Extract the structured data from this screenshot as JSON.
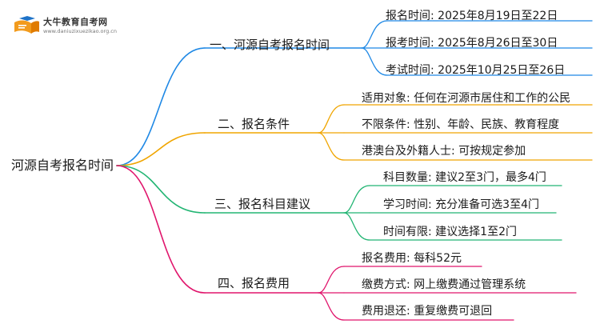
{
  "logo": {
    "title": "大牛教育自考网",
    "url": "www.daniuzixuezikao.org.cn",
    "icon": "book-cap-icon"
  },
  "root": {
    "label": "河源自考报名时间"
  },
  "branches": [
    {
      "label": "一、河源自考报名时间",
      "color": "#1e88e5",
      "leaves": [
        "报名时间: 2025年8月19日至22日",
        "报考时间: 2025年8月26日至30日",
        "考试时间: 2025年10月25日至26日"
      ]
    },
    {
      "label": "二、报名条件",
      "color": "#f0a500",
      "leaves": [
        "适用对象: 任何在河源市居住和工作的公民",
        "不限条件: 性别、年龄、民族、教育程度",
        "港澳台及外籍人士: 可按规定参加"
      ]
    },
    {
      "label": "三、报名科目建议",
      "color": "#22b573",
      "leaves": [
        "科目数量: 建议2至3门，最多4门",
        "学习时间: 充分准备可选3至4门",
        "时间有限: 建议选择1至2门"
      ]
    },
    {
      "label": "四、报名费用",
      "color": "#e0156c",
      "leaves": [
        "报名费用: 每科52元",
        "缴费方式: 网上缴费通过管理系统",
        "费用退还: 重复缴费可退回"
      ]
    }
  ]
}
